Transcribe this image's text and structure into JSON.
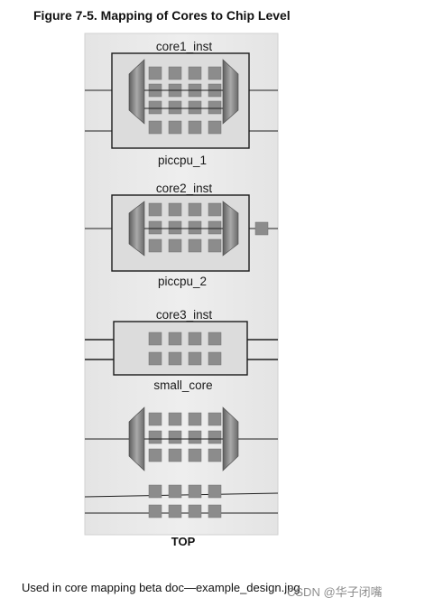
{
  "figure": {
    "title": "Figure 7-5. Mapping of Cores to Chip Level",
    "top_label": "TOP",
    "caption": "Used in core mapping beta doc—example_design.jpg",
    "watermark": "CSDN @华子闭嘴"
  },
  "cores": [
    {
      "instance_label": "core1_inst",
      "type_label": "piccpu_1"
    },
    {
      "instance_label": "core2_inst",
      "type_label": "piccpu_2"
    },
    {
      "instance_label": "core3_inst",
      "type_label": "small_core"
    }
  ],
  "colors": {
    "panel_bg": "#e9e9e9",
    "block_fill": "#dcdcdc",
    "cell_fill": "#8c8c8c",
    "bus_fill": "#777777",
    "wire": "#1f1f1f"
  },
  "icons": [
    "mux-bus-shape",
    "logic-cell-square"
  ]
}
